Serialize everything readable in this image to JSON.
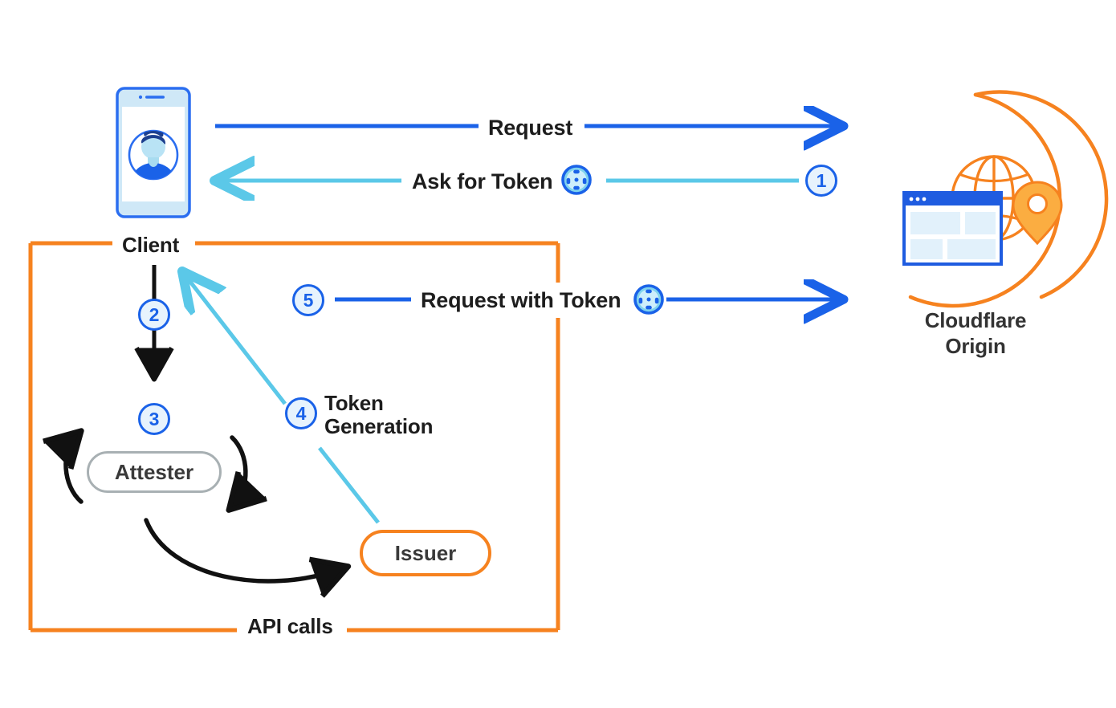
{
  "diagram": {
    "title": "Privacy Pass token issuance and redemption flow",
    "background": "#ffffff"
  },
  "colors": {
    "blue": "#1a62e8",
    "blue_dark": "#1552c8",
    "cyan": "#5bc8e8",
    "orange": "#f6821f",
    "orange_light": "#fbad41",
    "black": "#1d1d1d",
    "gray_border": "#a8b0b3",
    "light_blue_fill": "#e7f3fd",
    "phone_frame": "#2b6ef0",
    "phone_inner": "#cfe8f7"
  },
  "nodes": {
    "client": {
      "label": "Client",
      "icon": "mobile-phone-user-icon"
    },
    "origin": {
      "label": "Cloudflare\nOrigin",
      "line1": "Cloudflare",
      "line2": "Origin",
      "icon": "globe-browser-pin-icon"
    },
    "attester": {
      "label": "Attester"
    },
    "issuer": {
      "label": "Issuer"
    },
    "api_group": {
      "label": "API calls"
    }
  },
  "steps": [
    {
      "number": "1",
      "label": "Ask for Token",
      "from": "origin",
      "to": "client",
      "color": "cyan",
      "has_token_icon": true
    },
    {
      "number": "2",
      "label": "",
      "from": "client",
      "to": "attester",
      "color": "black",
      "has_token_icon": false
    },
    {
      "number": "3",
      "label": "",
      "from": "attester",
      "to": "attester",
      "color": "black",
      "has_token_icon": false
    },
    {
      "number": "4",
      "label": "Token\nGeneration",
      "line1": "Token",
      "line2": "Generation",
      "from": "issuer",
      "to": "client",
      "color": "cyan",
      "has_token_icon": false
    },
    {
      "number": "5",
      "label": "Request with Token",
      "from": "client",
      "to": "origin",
      "color": "blue",
      "has_token_icon": true
    }
  ],
  "flows": {
    "request": {
      "label": "Request",
      "color": "blue",
      "direction": "client-to-origin"
    },
    "ask_for_token": {
      "label": "Ask for Token",
      "color": "cyan",
      "direction": "origin-to-client"
    },
    "request_with_token": {
      "label": "Request with Token",
      "color": "blue",
      "direction": "client-to-origin"
    },
    "token_generation": {
      "label": "Token Generation",
      "color": "cyan",
      "direction": "issuer-to-client"
    },
    "api_calls": {
      "label": "API calls",
      "color": "orange"
    }
  },
  "icons": {
    "token": "privacy-pass-token-icon",
    "phone": "mobile-phone-icon",
    "avatar": "user-avatar-icon",
    "globe": "globe-icon",
    "browser": "browser-window-icon",
    "pin": "map-pin-icon"
  }
}
